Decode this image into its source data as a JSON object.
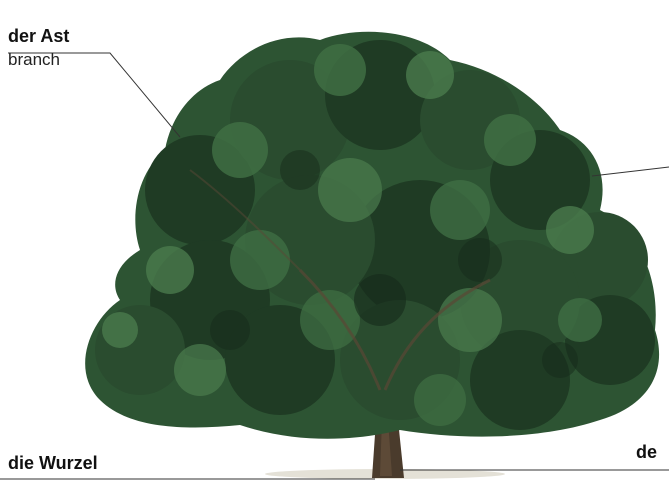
{
  "labels": {
    "branch_de": "der Ast",
    "branch_en": "branch",
    "root_de": "die Wurzel",
    "right_partial_de": "de"
  },
  "colors": {
    "foliage_dark": "#1f3b24",
    "foliage_mid": "#2d5433",
    "foliage_light": "#3f6e43",
    "trunk": "#4a3b2c"
  }
}
